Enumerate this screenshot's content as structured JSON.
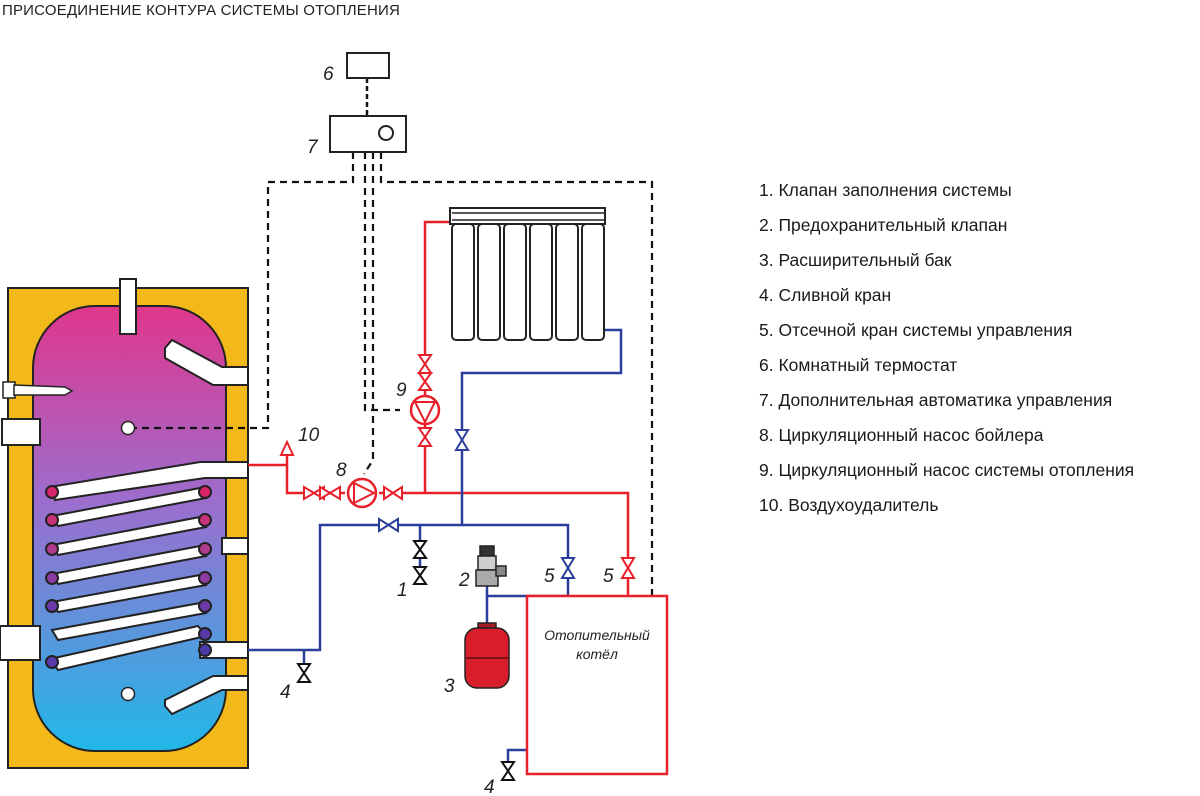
{
  "title": "ПРИСОЕДИНЕНИЕ  КОНТУРА СИСТЕМЫ ОТОПЛЕНИЯ",
  "legend": [
    "1. Клапан заполнения системы",
    "2. Предохранительный клапан",
    "3. Расширительный бак",
    "4. Сливной кран",
    "5. Отсечной кран системы управления",
    "6. Комнатный термостат",
    "7. Дополнительная автоматика управления",
    "8. Циркуляционный насос бойлера",
    "9. Циркуляционный насос системы отопления",
    "10. Воздухоудалитель"
  ],
  "labels": {
    "n1": "1",
    "n2": "2",
    "n3": "3",
    "n4a": "4",
    "n4b": "4",
    "n5a": "5",
    "n5b": "5",
    "n6": "6",
    "n7": "7",
    "n8": "8",
    "n9": "9",
    "n10": "10"
  },
  "boiler": {
    "line1": "Отопительный",
    "line2": "котёл"
  },
  "colors": {
    "supply": "#e8202a",
    "return": "#2a3f9c",
    "control": "#111111",
    "tank_casing": "#f3b81a",
    "tank_top": "#e0368c",
    "tank_bottom": "#20b9e8",
    "expansion_tank": "#d81e2a"
  }
}
